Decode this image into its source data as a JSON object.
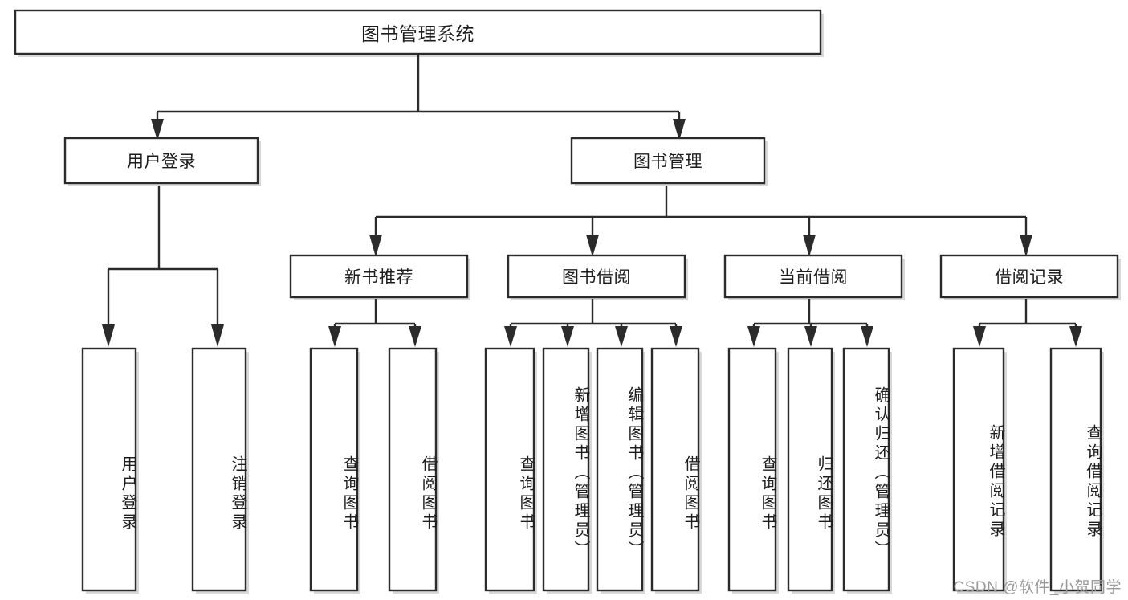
{
  "diagram": {
    "type": "tree-hierarchy",
    "root": {
      "id": "root",
      "label": "图书管理系统"
    },
    "level1": [
      {
        "id": "user-login",
        "label": "用户登录"
      },
      {
        "id": "book-manage",
        "label": "图书管理"
      }
    ],
    "level2": [
      {
        "id": "new-book-recommend",
        "label": "新书推荐"
      },
      {
        "id": "book-borrow",
        "label": "图书借阅"
      },
      {
        "id": "current-borrow",
        "label": "当前借阅"
      },
      {
        "id": "borrow-record",
        "label": "借阅记录"
      }
    ],
    "leaves": {
      "user_login": [
        {
          "id": "leaf-user-login",
          "label": "用户登录"
        },
        {
          "id": "leaf-logout-login",
          "label": "注销登录"
        }
      ],
      "new_book_recommend": [
        {
          "id": "leaf-query-book-1",
          "label": "查询图书"
        },
        {
          "id": "leaf-borrow-book-1",
          "label": "借阅图书"
        }
      ],
      "book_borrow": [
        {
          "id": "leaf-query-book-2",
          "label": "查询图书"
        },
        {
          "id": "leaf-add-book",
          "label": "新增图书（管理员）"
        },
        {
          "id": "leaf-edit-book",
          "label": "编辑图书（管理员）"
        },
        {
          "id": "leaf-borrow-book-2",
          "label": "借阅图书"
        }
      ],
      "current_borrow": [
        {
          "id": "leaf-query-book-3",
          "label": "查询图书"
        },
        {
          "id": "leaf-return-book",
          "label": "归还图书"
        },
        {
          "id": "leaf-confirm-return",
          "label": "确认归还（管理员）"
        }
      ],
      "borrow_record": [
        {
          "id": "leaf-add-record",
          "label": "新增借阅记录"
        },
        {
          "id": "leaf-query-record",
          "label": "查询借阅记录"
        }
      ]
    },
    "colors": {
      "stroke": "#2b2b2b",
      "fill": "#ffffff",
      "text": "#1d1d1d",
      "watermark": "#9a9a9a"
    }
  },
  "watermark": {
    "text": "CSDN @软件_小贺同学"
  }
}
